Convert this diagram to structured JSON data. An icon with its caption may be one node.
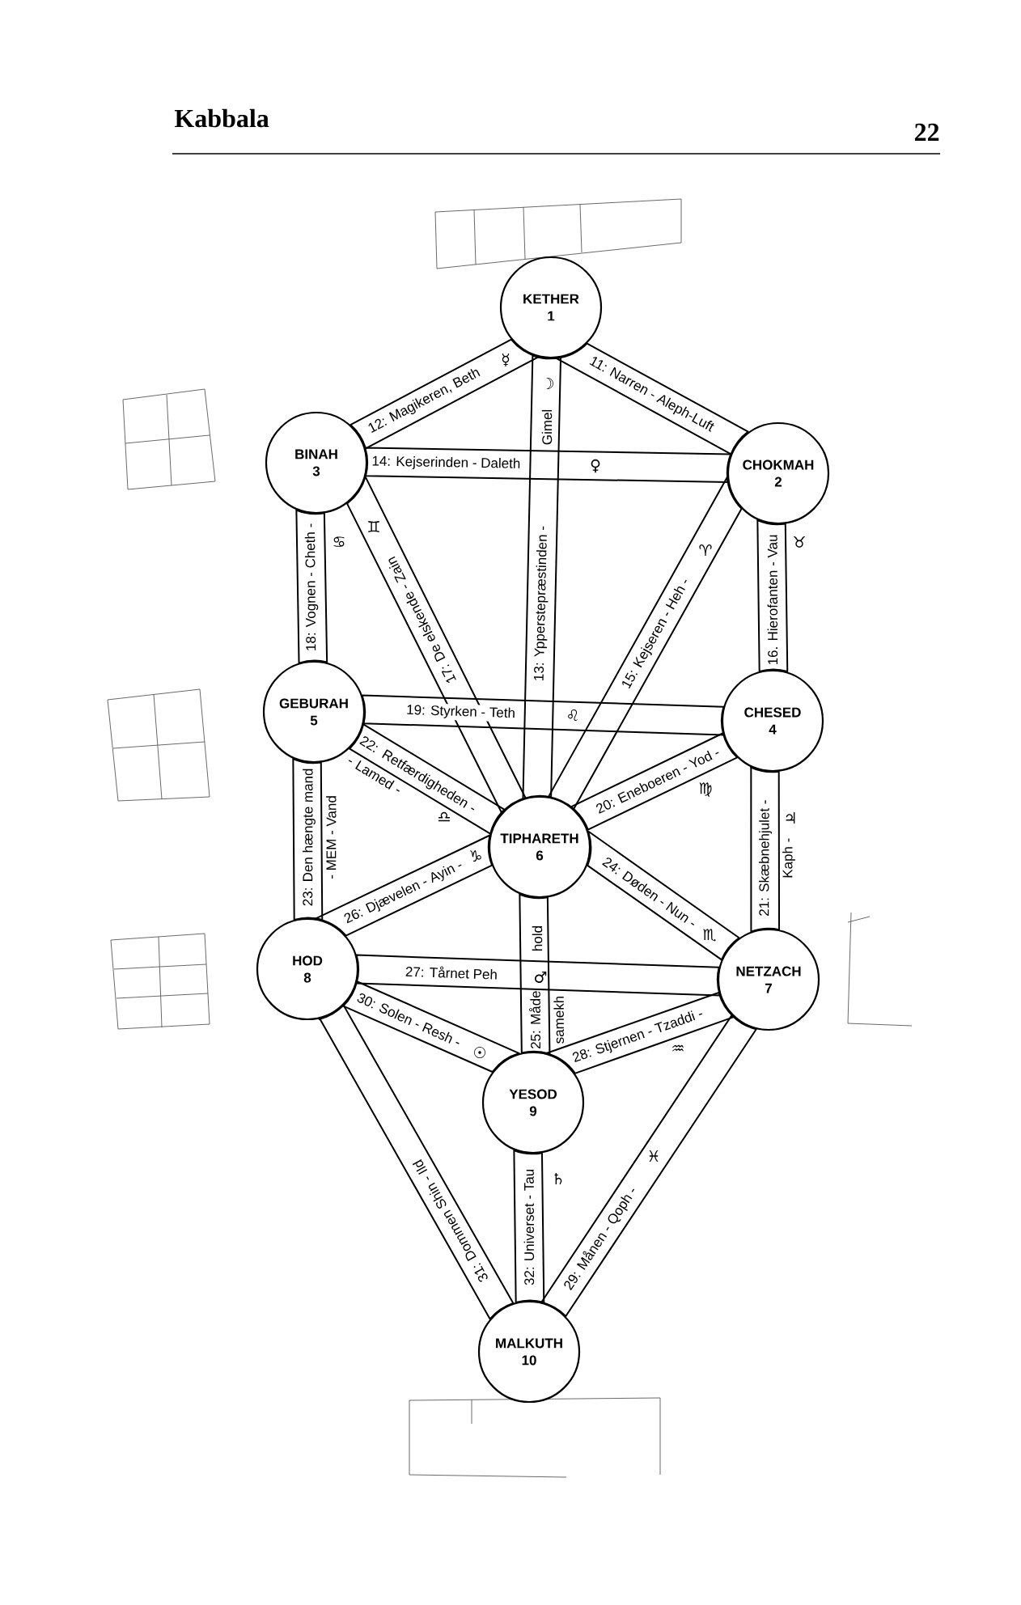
{
  "diagram": {
    "title": "Kabbala",
    "nodes": [
      {
        "text": [
          "KETHER",
          "1"
        ]
      },
      {
        "text": [
          "BINAH",
          "3"
        ]
      },
      {
        "text": [
          "CHOKMAH",
          "2"
        ]
      },
      {
        "text": [
          "GEBURAH",
          "5"
        ]
      },
      {
        "text": [
          "CHESED",
          "4"
        ]
      },
      {
        "text": [
          "TIPHARETH",
          "6"
        ]
      },
      {
        "text": [
          "HOD",
          "8"
        ]
      },
      {
        "text": [
          "NETZACH",
          "7"
        ]
      },
      {
        "text": [
          "YESOD",
          "9"
        ]
      },
      {
        "text": [
          "MALKUTH",
          "10"
        ]
      }
    ],
    "edges": [
      {
        "from": 0,
        "to": 2,
        "arrow": "none",
        "label": "11: Narren - Aleph-Luft"
      },
      {
        "from": 0,
        "to": 1,
        "arrow": "none",
        "label": "12: Magikeren, Beth"
      },
      {
        "from": 0,
        "to": 5,
        "arrow": "none",
        "label": "13: Ypperstepræstinden -"
      },
      {
        "from": 1,
        "to": 2,
        "arrow": "none",
        "label": "14: Kejserinden - Daleth"
      },
      {
        "from": 2,
        "to": 5,
        "arrow": "none",
        "label": "15: Kejseren - Heh -"
      },
      {
        "from": 2,
        "to": 4,
        "arrow": "none",
        "label": "16. Hierofanten - Vau"
      },
      {
        "from": 1,
        "to": 5,
        "arrow": "none",
        "label": "17: De elskende - Zain"
      },
      {
        "from": 1,
        "to": 3,
        "arrow": "none",
        "label": "18: Vognen - Cheth -"
      },
      {
        "from": 3,
        "to": 4,
        "arrow": "none",
        "label": "19: Styrken - Teth"
      },
      {
        "from": 4,
        "to": 5,
        "arrow": "none",
        "label": "20: Eneboeren - Yod -"
      },
      {
        "from": 4,
        "to": 7,
        "arrow": "none",
        "label": "21: Skæbnehjulet - Kaph -"
      },
      {
        "from": 3,
        "to": 5,
        "arrow": "none",
        "label": "22: Retfærdigheden - - Lamed -"
      },
      {
        "from": 3,
        "to": 6,
        "arrow": "none",
        "label": "23: Den hængte mand - MEM - Vand"
      },
      {
        "from": 5,
        "to": 7,
        "arrow": "none",
        "label": "24: Døden - Nun -"
      },
      {
        "from": 5,
        "to": 8,
        "arrow": "none",
        "label": "25: Måde samekh"
      },
      {
        "from": 6,
        "to": 5,
        "arrow": "none",
        "label": "26: Djævelen - Ayin -"
      },
      {
        "from": 6,
        "to": 7,
        "arrow": "none",
        "label": "27: Tårnet Peh"
      },
      {
        "from": 8,
        "to": 7,
        "arrow": "none",
        "label": "28: Stjernen - Tzaddi -"
      },
      {
        "from": 7,
        "to": 9,
        "arrow": "none",
        "label": "29: Månen - Qoph -"
      },
      {
        "from": 6,
        "to": 8,
        "arrow": "none",
        "label": "30: Solen - Resh -"
      },
      {
        "from": 6,
        "to": 9,
        "arrow": "none",
        "label": "31: Dommen Shin - Ild"
      },
      {
        "from": 8,
        "to": 9,
        "arrow": "none",
        "label": "32: Universet - Tau"
      }
    ],
    "labels": [
      "22",
      "☿",
      "☽",
      "Gimel",
      "♀",
      "♊",
      "♋",
      "♈",
      "♉",
      "♌",
      "♍",
      "♃",
      "♎",
      "♑",
      "hold",
      "♏",
      "♂",
      "☉",
      "♒",
      "♓",
      "♄"
    ]
  }
}
